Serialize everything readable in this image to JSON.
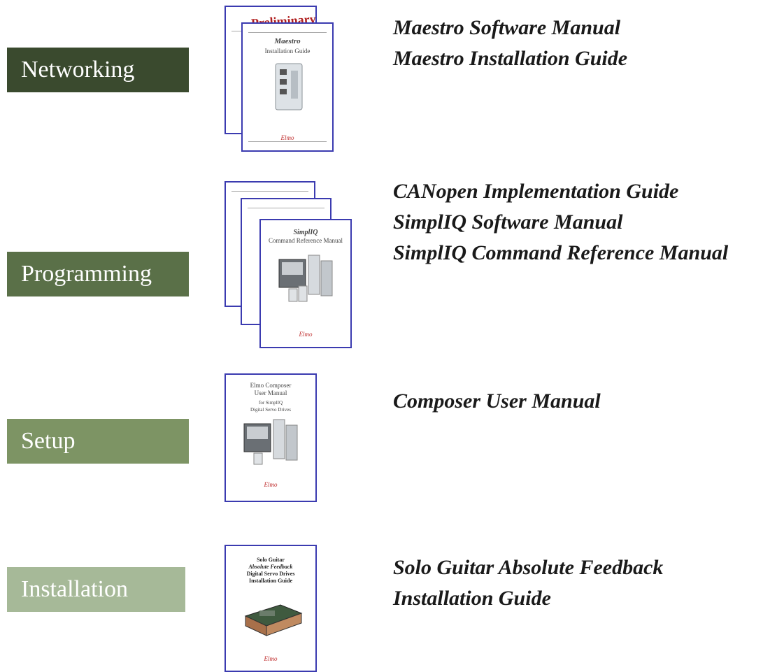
{
  "categories": [
    {
      "label": "Networking",
      "color": "#3a4a2e"
    },
    {
      "label": "Programming",
      "color": "#5a7048"
    },
    {
      "label": "Setup",
      "color": "#7d9464"
    },
    {
      "label": "Installation",
      "color": "#a6b998"
    }
  ],
  "documents": {
    "networking": [
      "Maestro Software Manual",
      "Maestro Installation Guide"
    ],
    "programming": [
      "CANopen Implementation Guide",
      "SimplIQ Software Manual",
      "SimplIQ Command Reference Manual"
    ],
    "setup": [
      "Composer User Manual"
    ],
    "installation": [
      "Solo Guitar Absolute Feedback",
      "Installation Guide"
    ]
  },
  "covers": {
    "maestro_stamp": "Preliminary",
    "maestro_title": "Maestro",
    "maestro_sub": "Installation Guide",
    "simpliq_title": "SimplIQ",
    "simpliq_sub": "Command Reference Manual",
    "composer_title": "Elmo Composer",
    "composer_sub": "User Manual",
    "composer_for": "for SimplIQ",
    "composer_drives": "Digital Servo Drives",
    "solo_title": "Solo Guitar",
    "solo_sub": "Absolute Feedback",
    "solo_drives": "Digital Servo Drives",
    "solo_guide": "Installation Guide",
    "logo": "Elmo"
  }
}
